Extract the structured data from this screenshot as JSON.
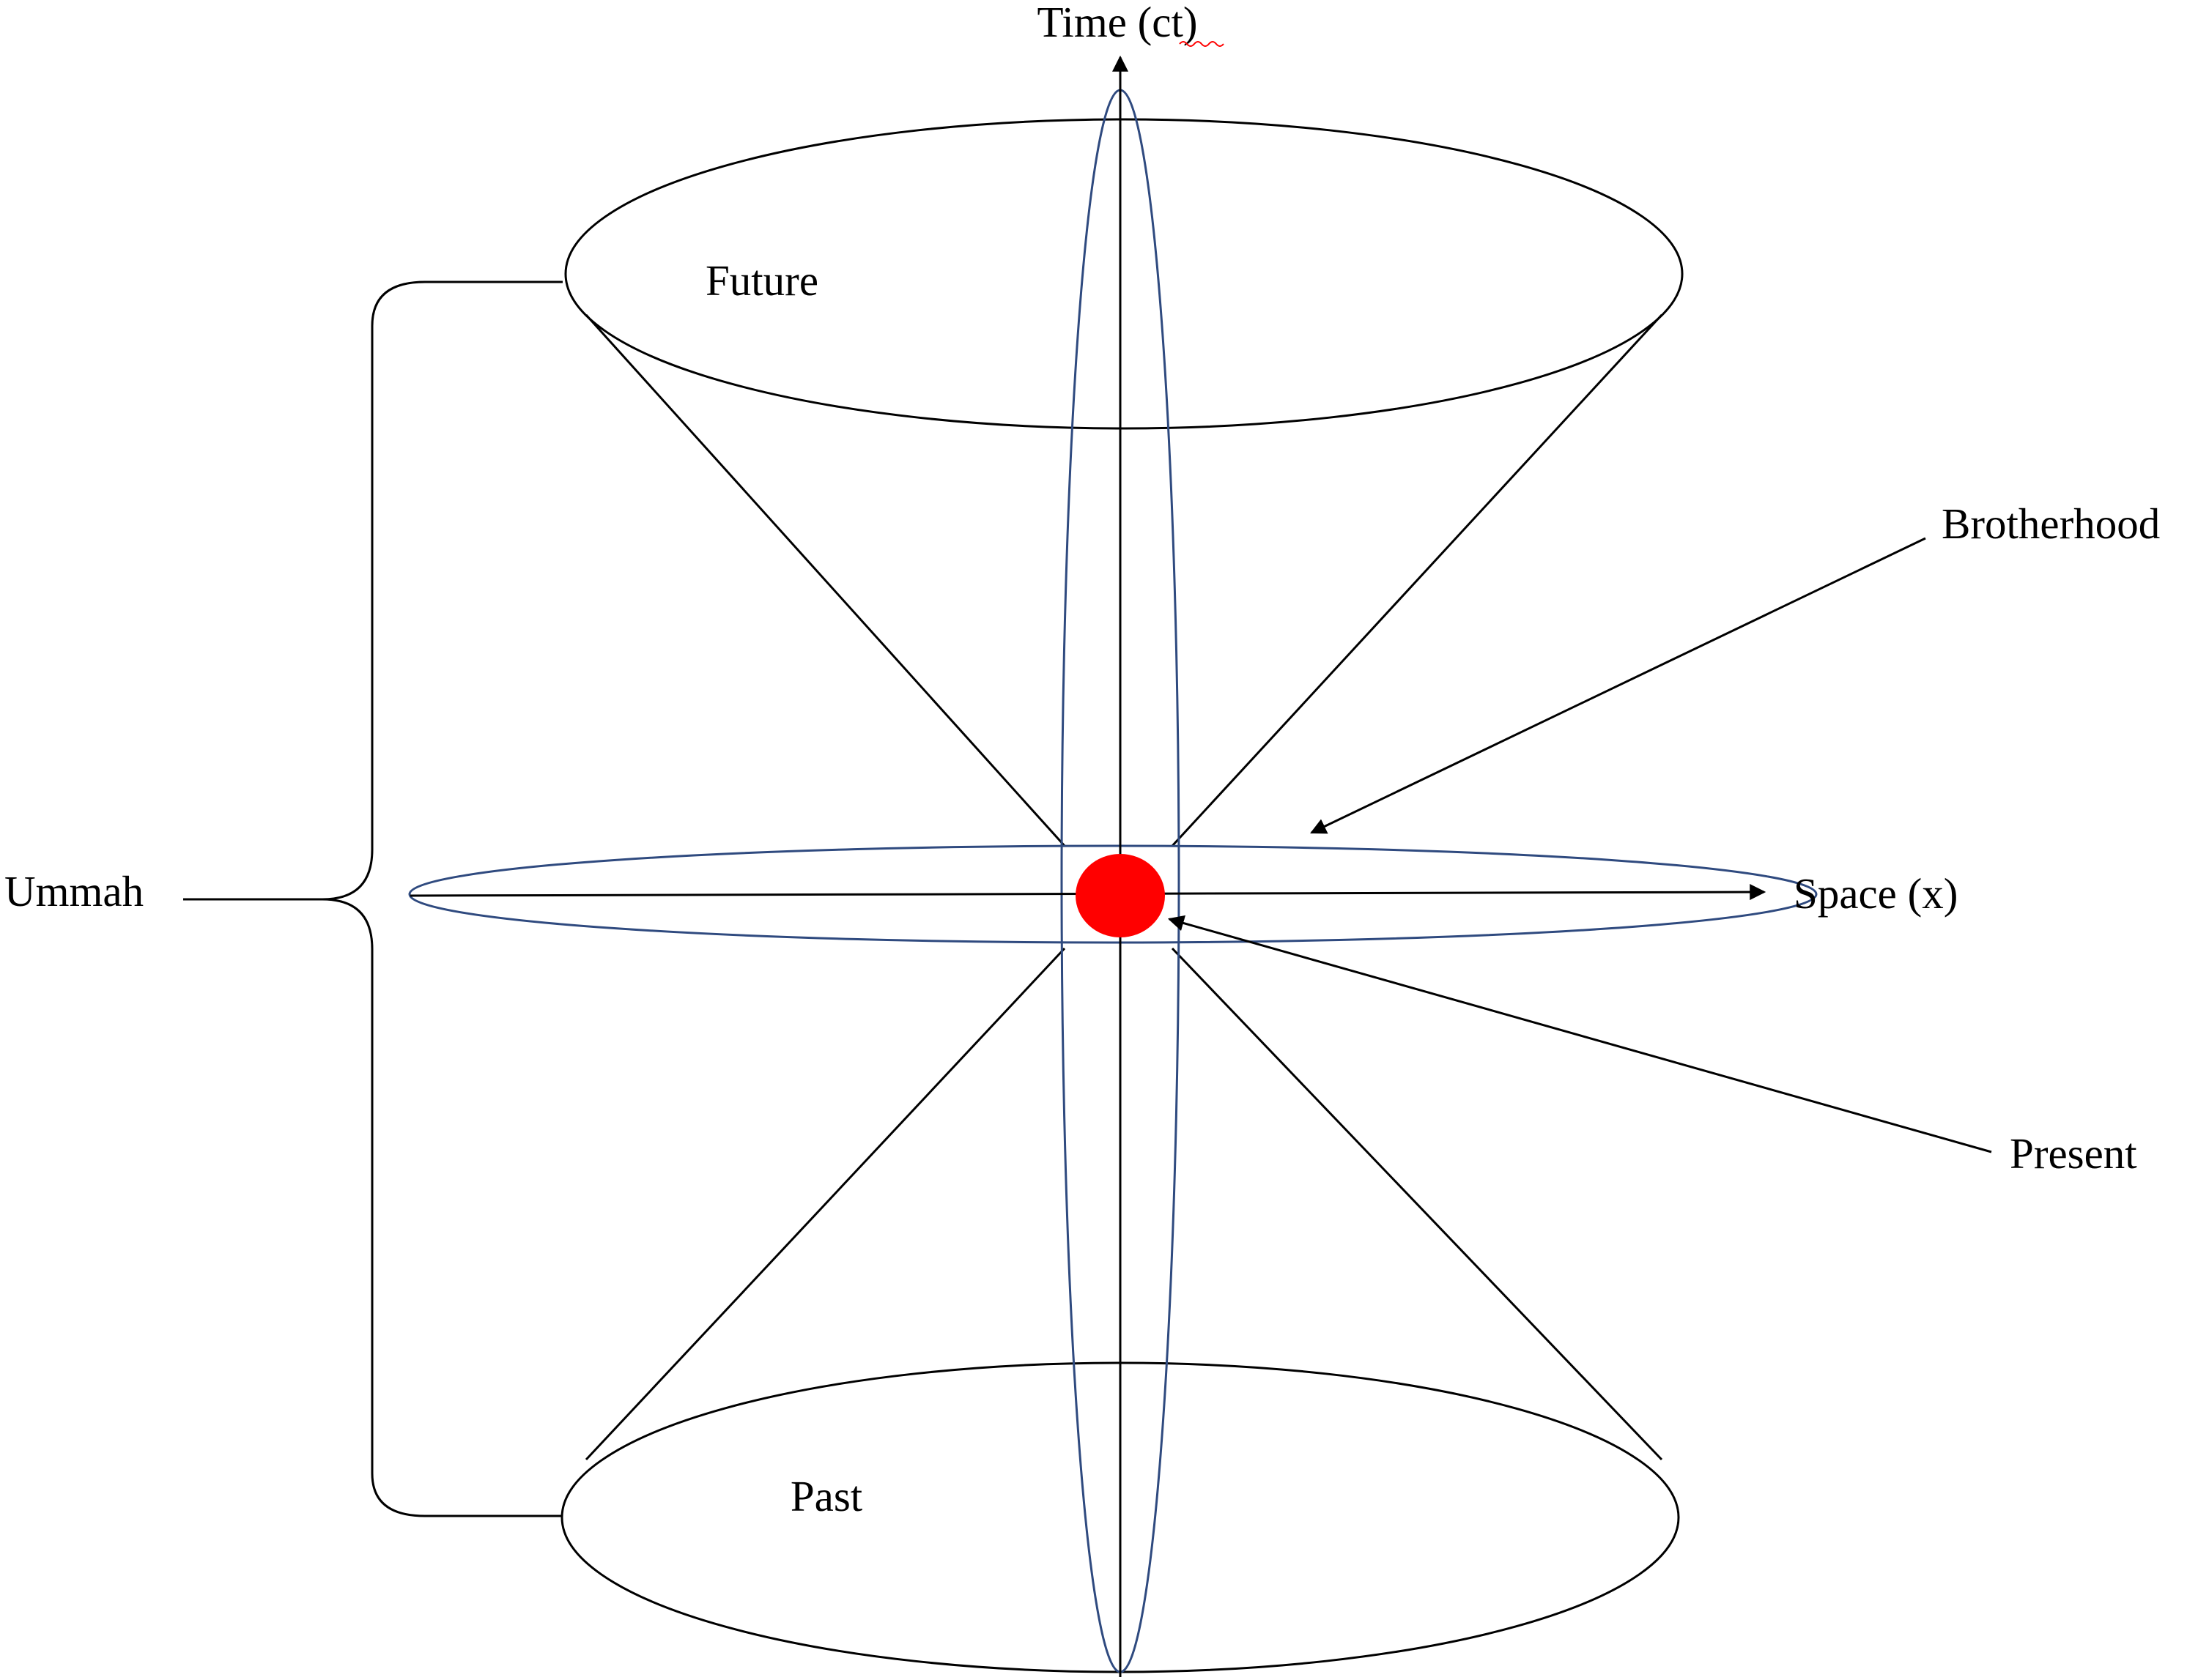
{
  "labels": {
    "time_axis": "Time (ct)",
    "space_axis": "Space (x)",
    "future": "Future",
    "past": "Past",
    "brotherhood": "Brotherhood",
    "present": "Present",
    "ummah": "Ummah"
  },
  "colors": {
    "black_lines": "#000000",
    "blue_ellipses": "#2f4a7f",
    "present_event": "#ff0000",
    "spellcheck_underline": "#ff0000",
    "background": "#ffffff"
  }
}
